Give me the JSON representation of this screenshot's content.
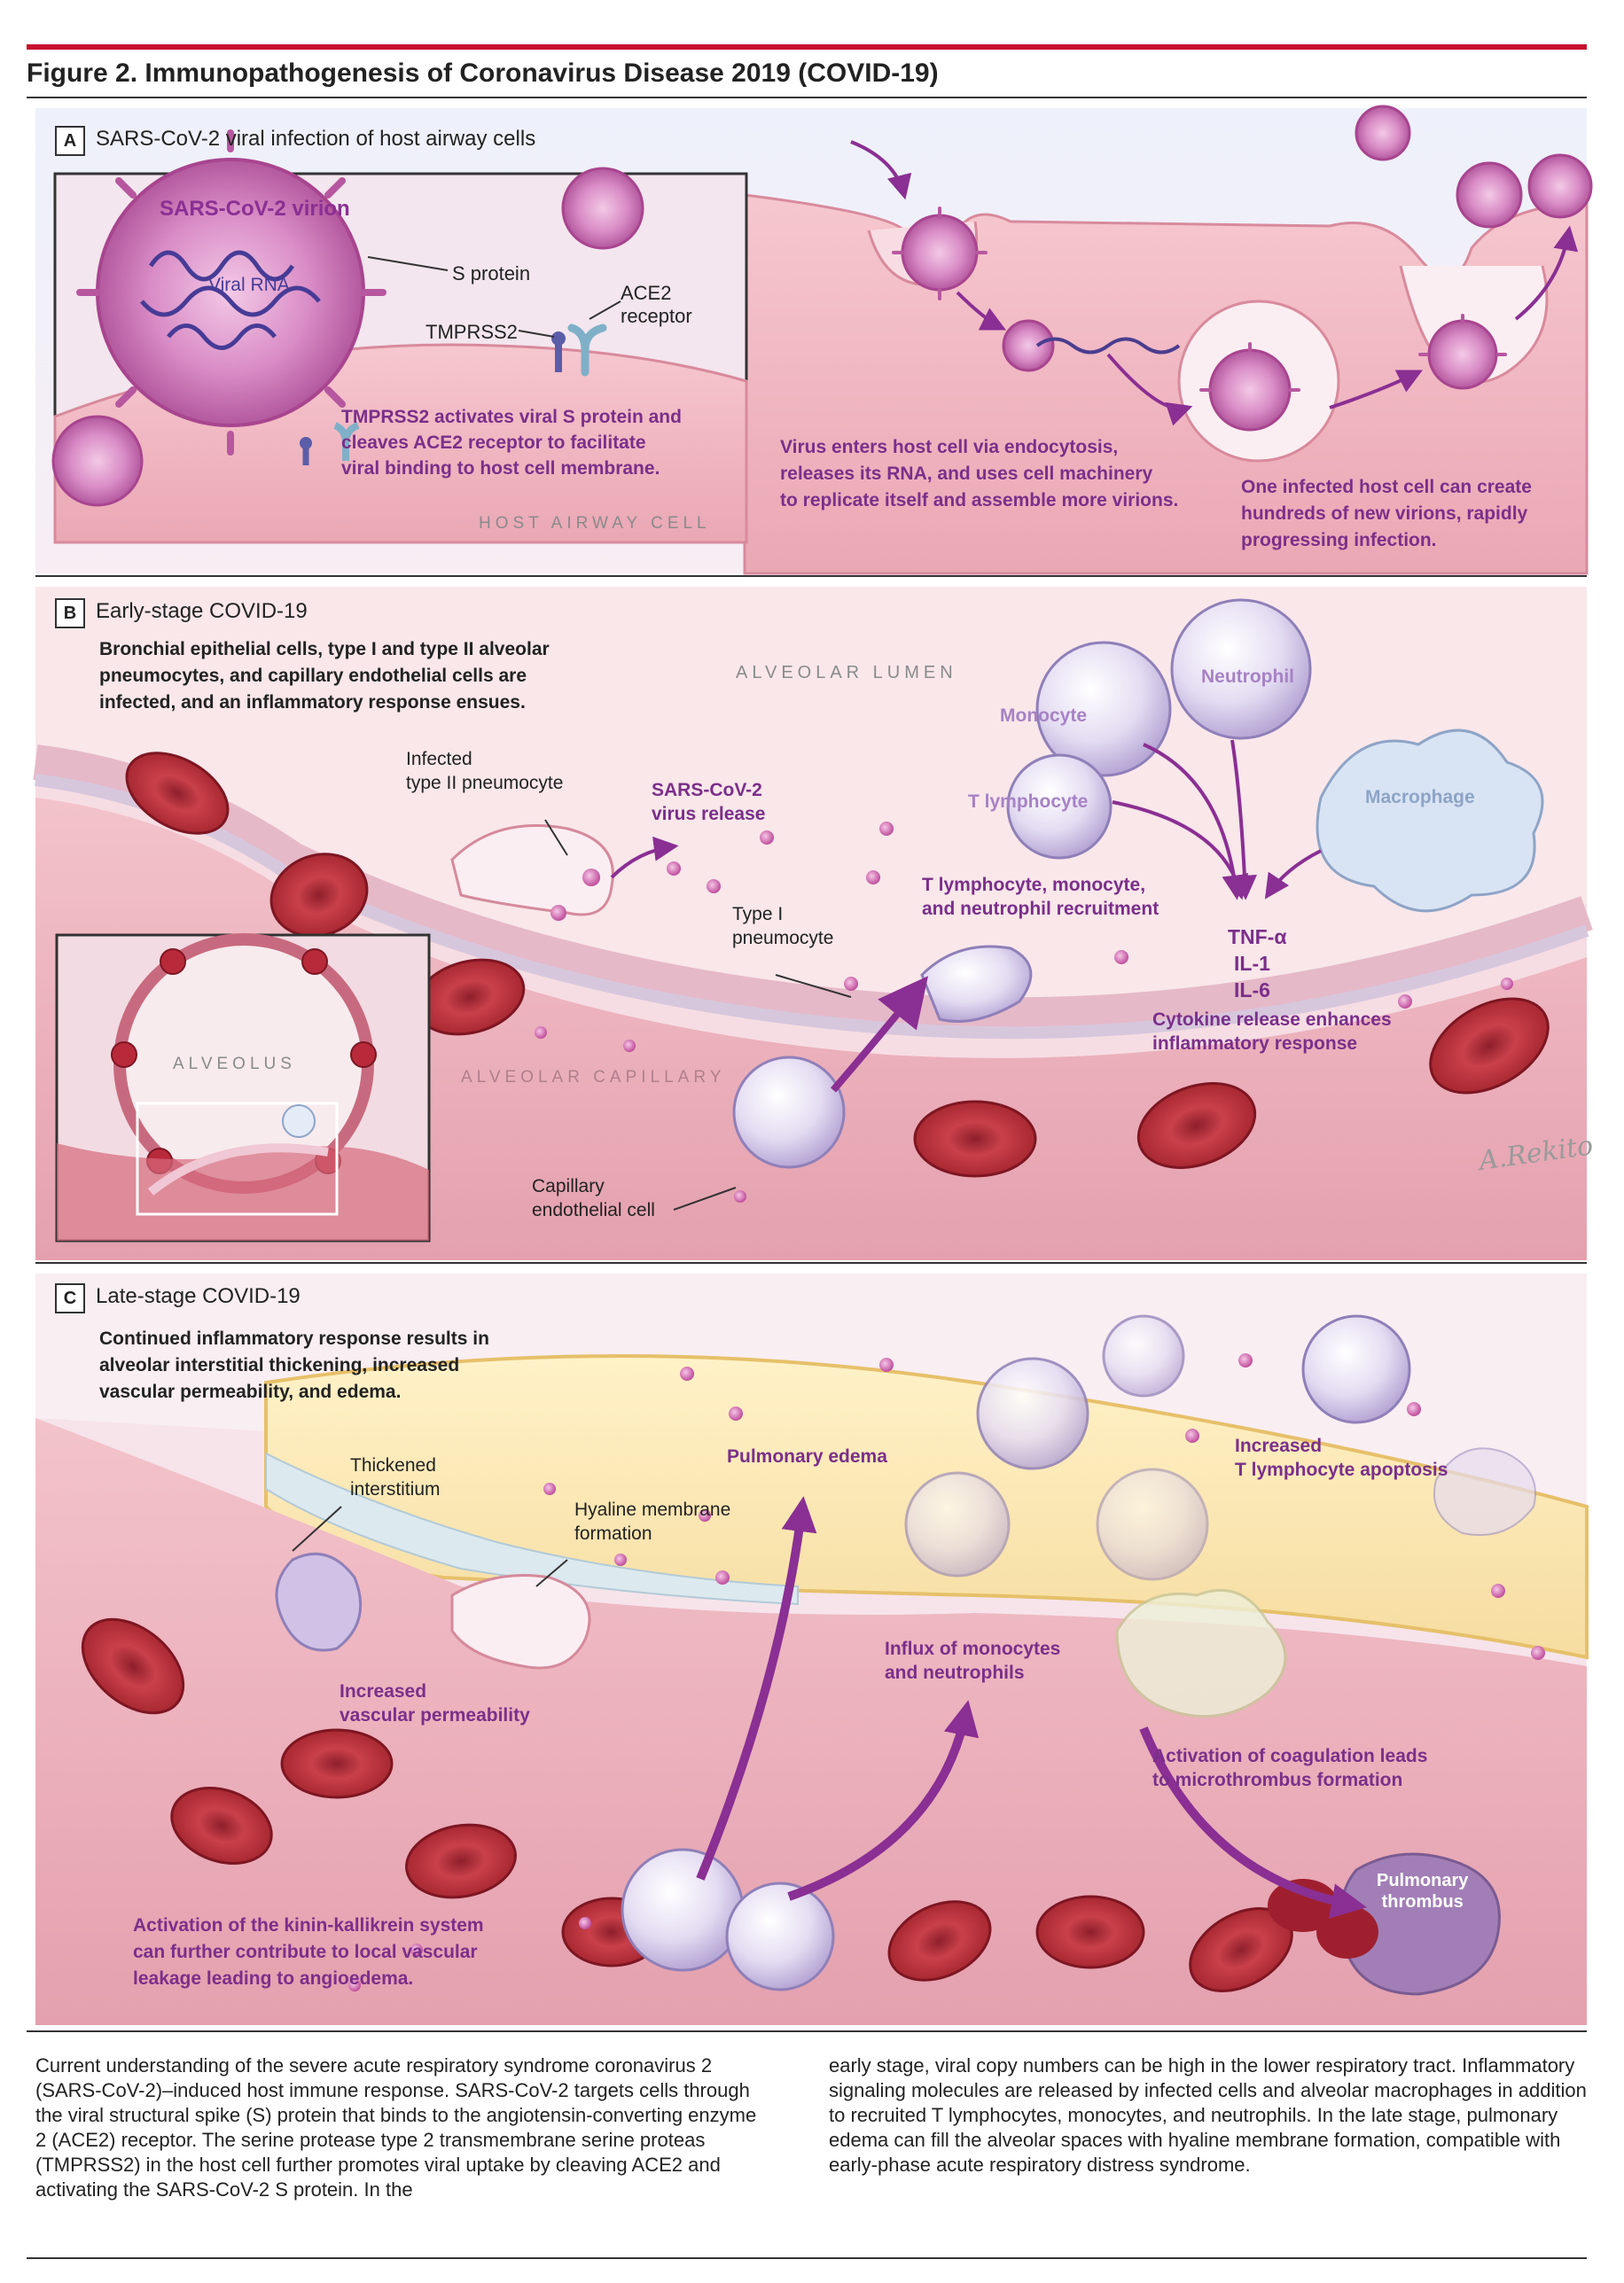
{
  "figure": {
    "title": "Figure 2. Immunopathogenesis of Coronavirus Disease 2019 (COVID-19)",
    "accent_color": "#c8102e",
    "label_color": "#7a2f8a",
    "signature": "A.Rekito"
  },
  "panel_a": {
    "letter": "A",
    "heading": "SARS-CoV-2 viral infection of host airway cells",
    "inset": {
      "virion_label": "SARS-CoV-2 virion",
      "rna_label": "Viral RNA",
      "s_protein_label": "S protein",
      "tmprss2_label": "TMPRSS2",
      "ace2_label": "ACE2\nreceptor",
      "mechanism_text": "TMPRSS2 activates viral S protein and\ncleaves ACE2 receptor to facilitate\nviral binding to host cell membrane.",
      "cell_label": "HOST AIRWAY CELL"
    },
    "entry_text": "Virus enters host cell via endocytosis,\nreleases its RNA, and uses cell machinery\nto replicate itself and assemble more virions.",
    "spread_text": "One infected host cell can create\nhundreds of new virions, rapidly\nprogressing infection."
  },
  "panel_b": {
    "letter": "B",
    "heading": "Early-stage COVID-19",
    "intro": "Bronchial epithelial cells, type I and type II alveolar\npneumocytes, and capillary endothelial cells are\ninfected, and an inflammatory response ensues.",
    "lumen_label": "ALVEOLAR LUMEN",
    "capillary_label": "ALVEOLAR CAPILLARY",
    "alveolus_label": "ALVEOLUS",
    "infected_label": "Infected\ntype II pneumocyte",
    "virus_release": "SARS-CoV-2\nvirus release",
    "type1_label": "Type I\npneumocyte",
    "recruitment": "T lymphocyte, monocyte,\nand neutrophil recruitment",
    "monocyte": "Monocyte",
    "neutrophil": "Neutrophil",
    "t_lymphocyte": "T lymphocyte",
    "macrophage": "Macrophage",
    "cytokines": [
      "TNF-α",
      "IL-1",
      "IL-6"
    ],
    "cytokine_text": "Cytokine release enhances\ninflammatory response",
    "endothelial_label": "Capillary\nendothelial cell"
  },
  "panel_c": {
    "letter": "C",
    "heading": "Late-stage COVID-19",
    "intro": "Continued inflammatory response results in\nalveolar interstitial thickening, increased\nvascular permeability, and edema.",
    "thickened": "Thickened\ninterstitium",
    "hyaline": "Hyaline membrane\nformation",
    "edema": "Pulmonary edema",
    "apoptosis": "Increased\nT lymphocyte apoptosis",
    "permeability": "Increased\nvascular permeability",
    "influx": "Influx of monocytes\nand neutrophils",
    "coagulation": "Activation of coagulation leads\nto microthrombus formation",
    "thrombus": "Pulmonary\nthrombus",
    "kinin": "Activation of the kinin-kallikrein system\ncan further contribute to local vascular\nleakage leading to angioedema."
  },
  "caption": {
    "left": "Current understanding of the severe acute respiratory syndrome coronavirus 2 (SARS-CoV-2)–induced host immune response. SARS-CoV-2 targets cells through the viral structural spike (S) protein that binds to the angiotensin-converting enzyme 2 (ACE2) receptor. The serine protease type 2 transmembrane serine proteas (TMPRSS2) in the host cell further promotes viral uptake by cleaving ACE2 and activating the SARS-CoV-2 S protein. In the",
    "right": "early stage, viral copy numbers can be high in the lower respiratory tract. Inflammatory signaling molecules are released by infected cells and alveolar macrophages in addition to recruited T lymphocytes, monocytes, and neutrophils. In the late stage, pulmonary edema can fill the alveolar spaces with hyaline membrane formation, compatible with early-phase acute respiratory distress syndrome."
  }
}
